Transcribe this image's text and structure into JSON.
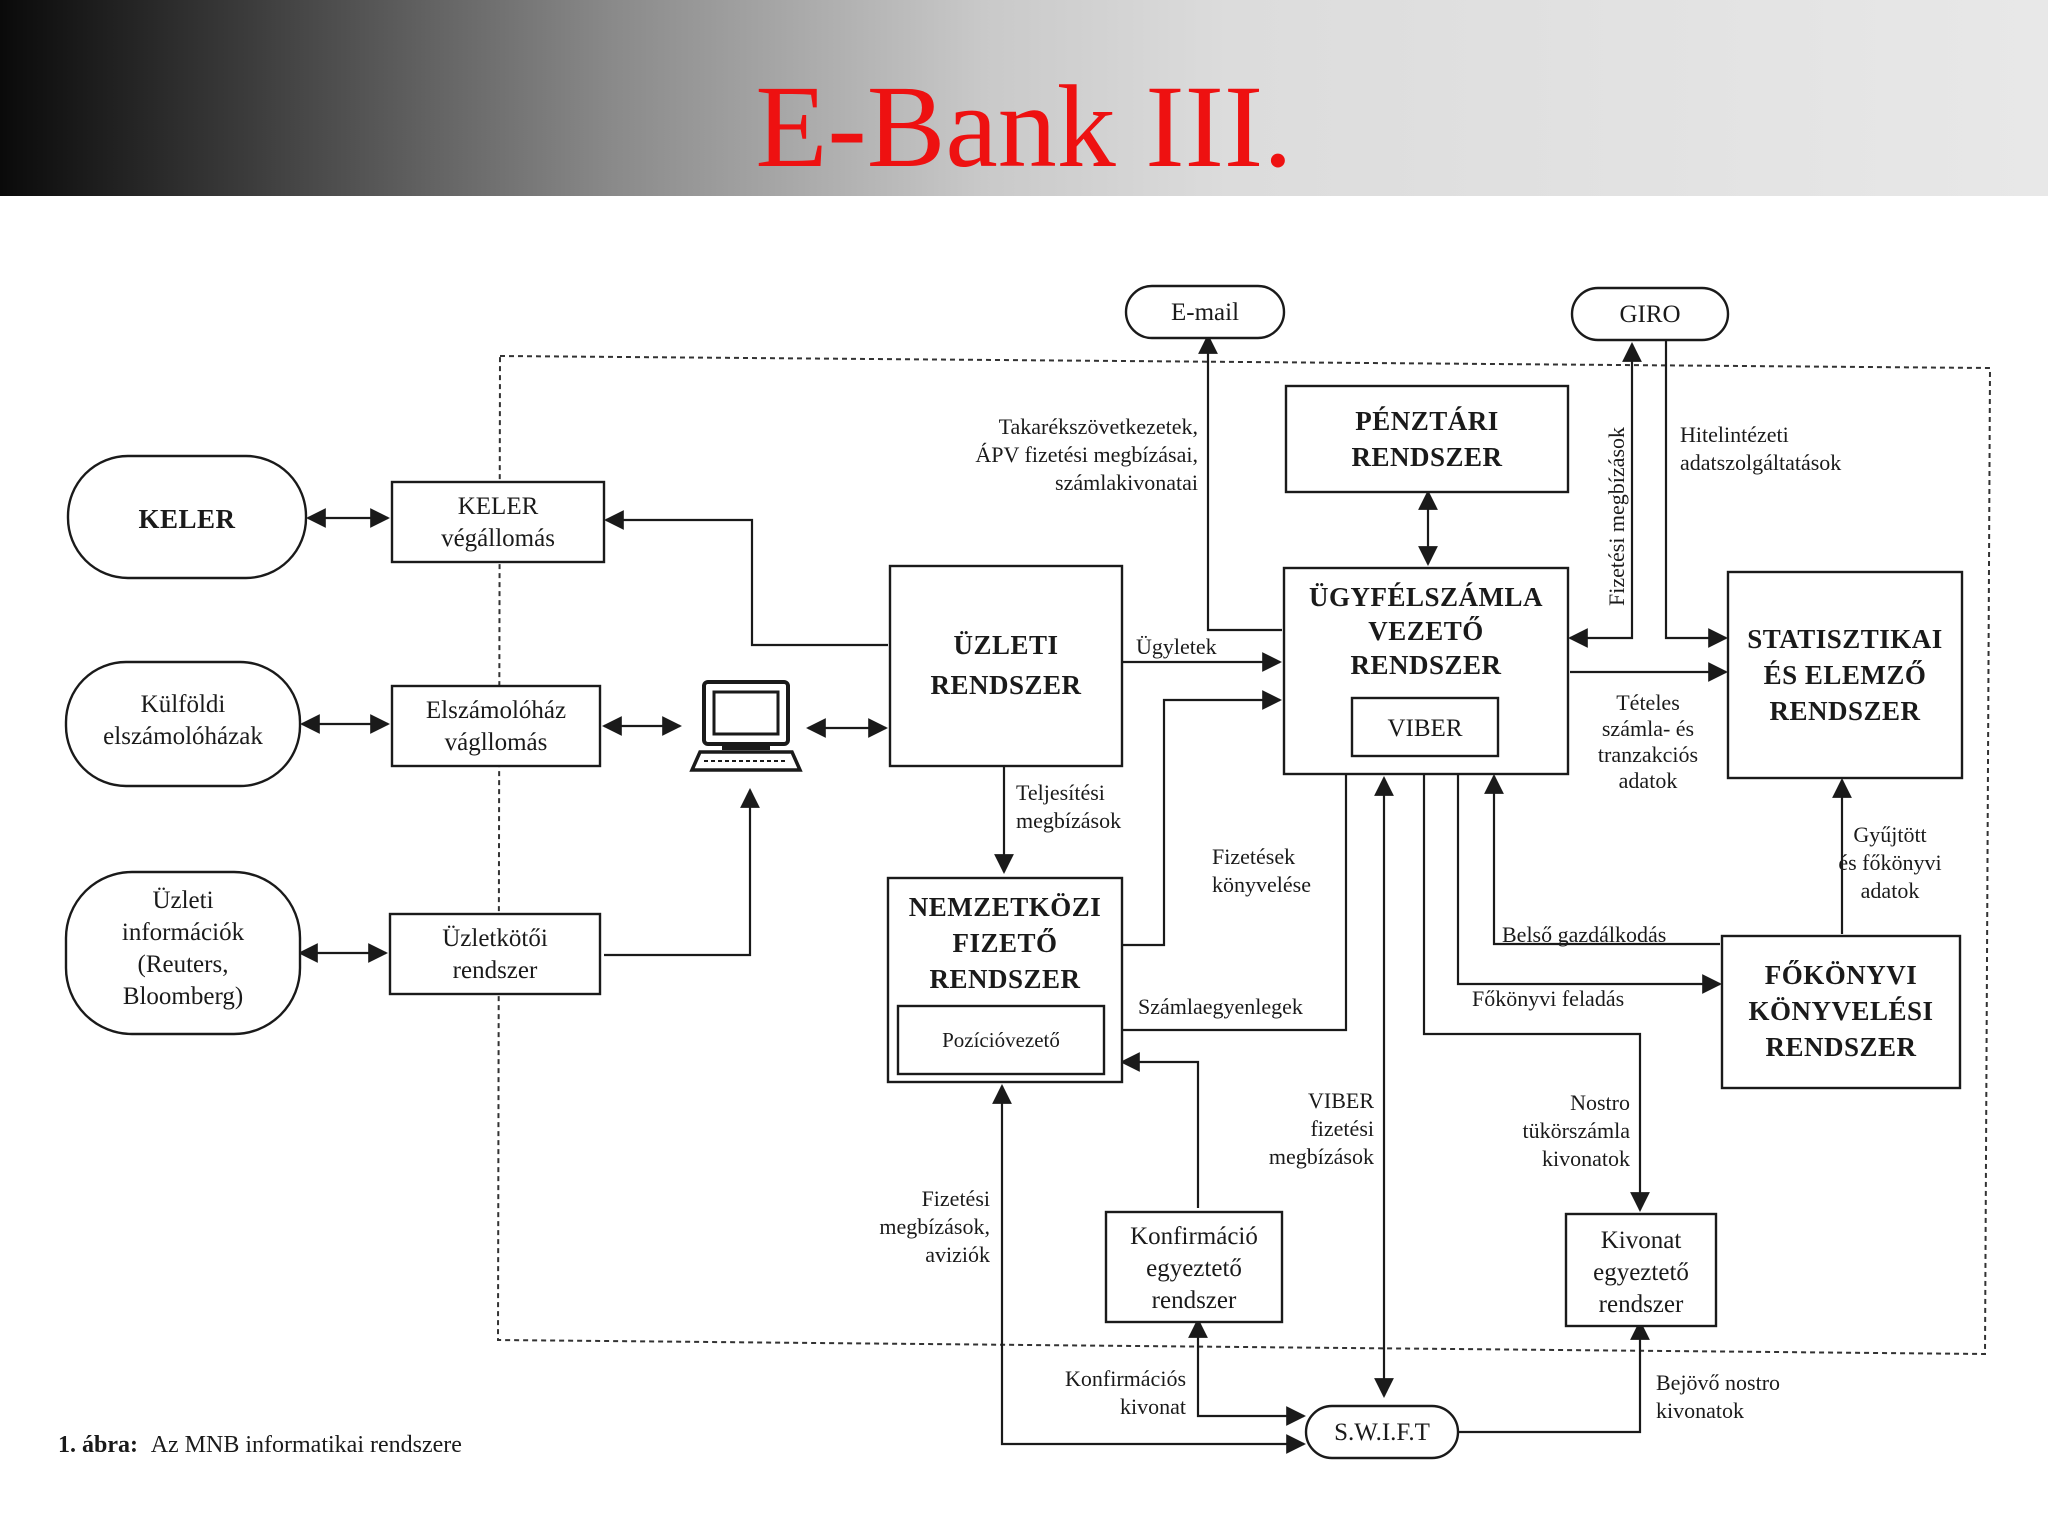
{
  "slide": {
    "title": "E-Bank III."
  },
  "external": {
    "keler": "KELER",
    "kulfoldi": [
      "Külföldi",
      "elszámolóházak"
    ],
    "uzleti_info": [
      "Üzleti",
      "információk",
      "(Reuters,",
      "Bloomberg)"
    ],
    "email": "E-mail",
    "giro": "GIRO",
    "swift": "S.W.I.F.T"
  },
  "systems": {
    "keler_vegallomas": [
      "KELER",
      "végállomás"
    ],
    "elszamolohaz": [
      "Elszámolóház",
      "vágllomás"
    ],
    "uzletkotoi": [
      "Üzletkötői",
      "rendszer"
    ],
    "uzleti_rendszer": [
      "ÜZLETI",
      "RENDSZER"
    ],
    "penztari": [
      "PÉNZTÁRI",
      "RENDSZER"
    ],
    "ugyfelszamla": [
      "ÜGYFÉLSZÁMLA",
      "VEZETŐ",
      "RENDSZER"
    ],
    "viber": "VIBER",
    "statisztikai": [
      "STATISZTIKAI",
      "ÉS ELEMZŐ",
      "RENDSZER"
    ],
    "nemzetkozi": [
      "NEMZETKÖZI",
      "FIZETŐ",
      "RENDSZER"
    ],
    "poziciovezeto": "Pozícióvezető",
    "fokonyvi": [
      "FŐKÖNYVI",
      "KÖNYVELÉSI",
      "RENDSZER"
    ],
    "konfirmacio": [
      "Konfirmáció",
      "egyeztető",
      "rendszer"
    ],
    "kivonat": [
      "Kivonat",
      "egyeztető",
      "rendszer"
    ]
  },
  "flows": {
    "takarek": [
      "Takarékszövetkezetek,",
      "ÁPV fizetési megbízásai,",
      "számlakivonatai"
    ],
    "fizetesi_megbizasok_vertical": "Fizetési megbízások",
    "hitelintezeti": [
      "Hitelintézeti",
      "adatszolgáltatások"
    ],
    "ugyletek": "Ügyletek",
    "teteles": [
      "Tételes",
      "számla- és",
      "tranzakciós",
      "adatok"
    ],
    "teljesitesi": [
      "Teljesítési",
      "megbízások"
    ],
    "fizetesek_konyvelese": [
      "Fizetések",
      "könyvelése"
    ],
    "gyujtott": [
      "Gyűjtött",
      "és főkönyvi",
      "adatok"
    ],
    "belso": "Belső gazdálkodás",
    "fokonyvi_feladas": "Főkönyvi feladás",
    "szamlaegyenlegek": "Számlaegyenlegek",
    "viber_fizetesi": [
      "VIBER",
      "fizetési",
      "megbízások"
    ],
    "nostro_tukor": [
      "Nostro",
      "tükörszámla",
      "kivonatok"
    ],
    "fizetesi_aviziok": [
      "Fizetési",
      "megbízások,",
      "aviziók"
    ],
    "konfirmacios_kivonat": [
      "Konfirmációs",
      "kivonat"
    ],
    "bejovo_nostro": [
      "Bejövő nostro",
      "kivonatok"
    ]
  },
  "caption": {
    "bold": "1. ábra:",
    "text": "Az MNB informatikai rendszere"
  }
}
